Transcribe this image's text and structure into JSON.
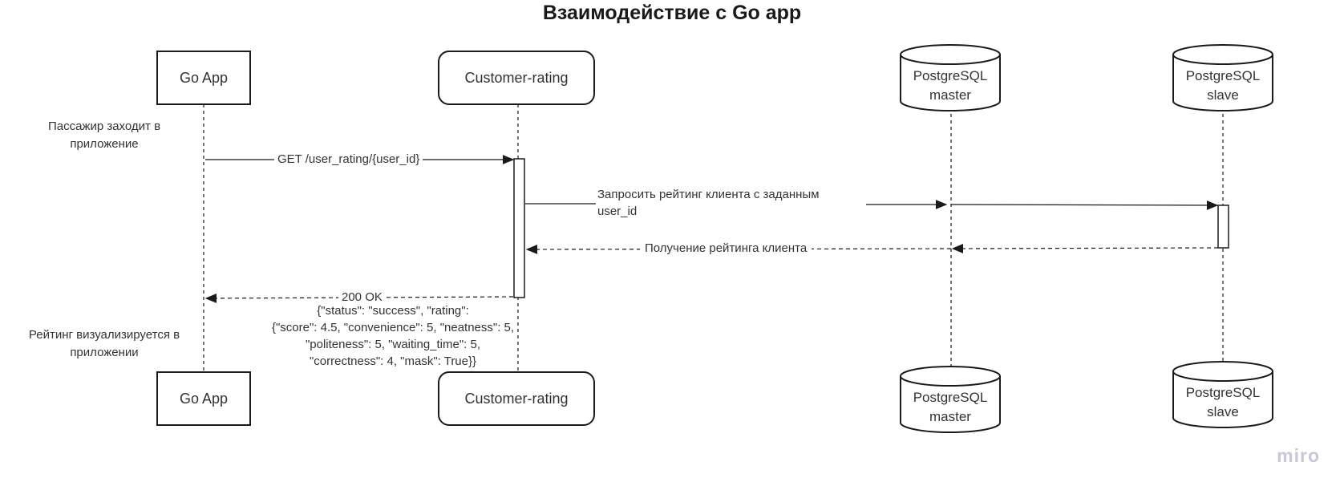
{
  "title": "Взаимодействие с Go app",
  "participants": {
    "go_app": "Go App",
    "customer_rating": "Customer-rating",
    "pg_master": "PostgreSQL\nmaster",
    "pg_slave": "PostgreSQL\nslave"
  },
  "notes": {
    "enter": "Пассажир заходит в\nприложение",
    "visualize": "Рейтинг визуализируется в\nприложении"
  },
  "messages": {
    "get_request": "GET /user_rating/{user_id}",
    "query_rating": "Запросить рейтинг клиента с заданным\nuser_id",
    "get_rating": "Получение рейтинга клиента",
    "ok": "200 OK",
    "ok_body": "{\"status\": \"success\", \"rating\":\n{\"score\": 4.5, \"convenience\": 5, \"neatness\": 5,\n\"politeness\": 5, \"waiting_time\": 5,\n\"correctness\": 4, \"mask\": True}}"
  },
  "watermark": "miro",
  "colors": {
    "line": "#1a1a1a",
    "text": "#333333",
    "watermark": "#c8c8d6"
  }
}
